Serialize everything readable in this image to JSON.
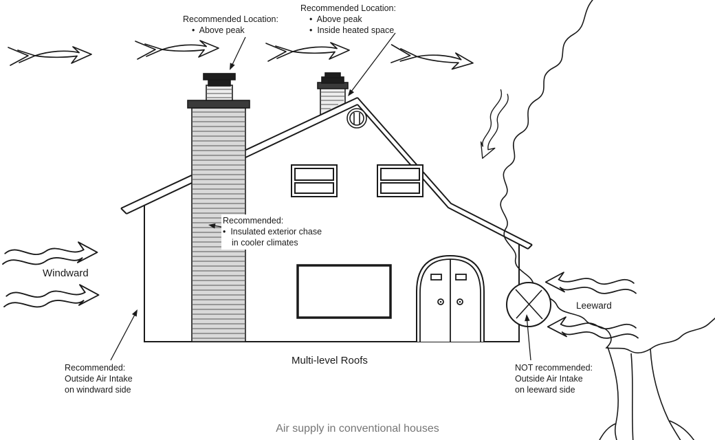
{
  "title": "Air supply in conventional houses",
  "colors": {
    "line": "#1a1a1a",
    "caption_text": "#757575",
    "chimney_fill": "#d9d9d9"
  },
  "labels": {
    "multi_level_roofs": "Multi-level Roofs",
    "windward": "Windward",
    "leeward": "Leeward"
  },
  "annotations": {
    "left_chimney": {
      "line1": "Recommended Location:",
      "line2": "•  Above peak"
    },
    "right_chimney": {
      "line1": "Recommended Location:",
      "line2": "•  Above peak",
      "line3": "•  Inside heated space"
    },
    "chase": {
      "line1": "Recommended:",
      "line2": "•  Insulated exterior chase",
      "line3": "in cooler climates"
    },
    "windward_intake": {
      "line1": "Recommended:",
      "line2": "Outside Air Intake",
      "line3": "on windward side"
    },
    "leeward_intake": {
      "line1": "NOT recommended:",
      "line2": "Outside Air Intake",
      "line3": "on leeward side"
    }
  }
}
